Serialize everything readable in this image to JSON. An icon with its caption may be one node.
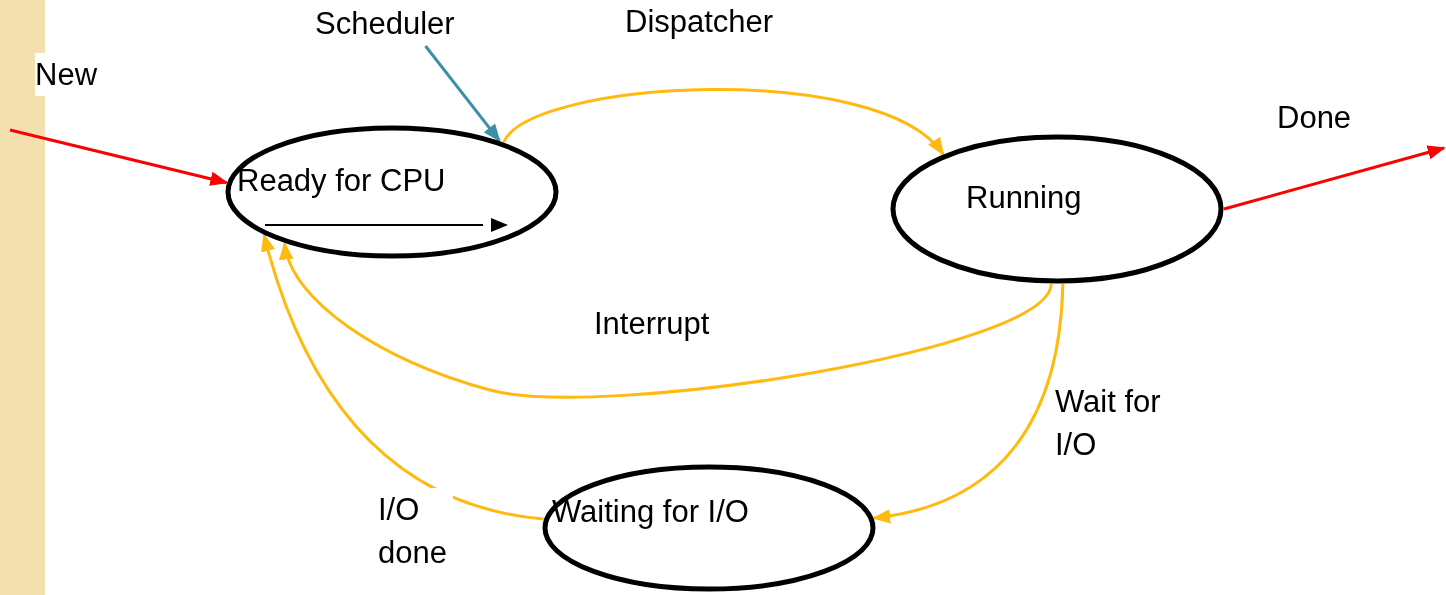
{
  "diagram": {
    "nodes": [
      {
        "text": [
          "Ready for CPU"
        ]
      },
      {
        "text": [
          "Running"
        ]
      },
      {
        "text": [
          "Waiting for I/O"
        ]
      },
      {
        "text": [
          "Scheduler"
        ]
      }
    ],
    "edges": [
      {
        "from": null,
        "to": 0,
        "arrow": "to",
        "label": "New",
        "color": "#ff0000"
      },
      {
        "from": 3,
        "to": 0,
        "arrow": "to",
        "color": "#3a90a8"
      },
      {
        "from": 0,
        "to": 1,
        "arrow": "to",
        "label": "Dispatcher"
      },
      {
        "from": 1,
        "to": 0,
        "arrow": "to",
        "label": "Interrupt"
      },
      {
        "from": 1,
        "to": 2,
        "arrow": "to",
        "label": "Wait for I/O"
      },
      {
        "from": 2,
        "to": 0,
        "arrow": "to",
        "label": "I/O done"
      },
      {
        "from": 1,
        "to": null,
        "arrow": "to",
        "label": "Done",
        "color": "#ff0000"
      }
    ]
  }
}
